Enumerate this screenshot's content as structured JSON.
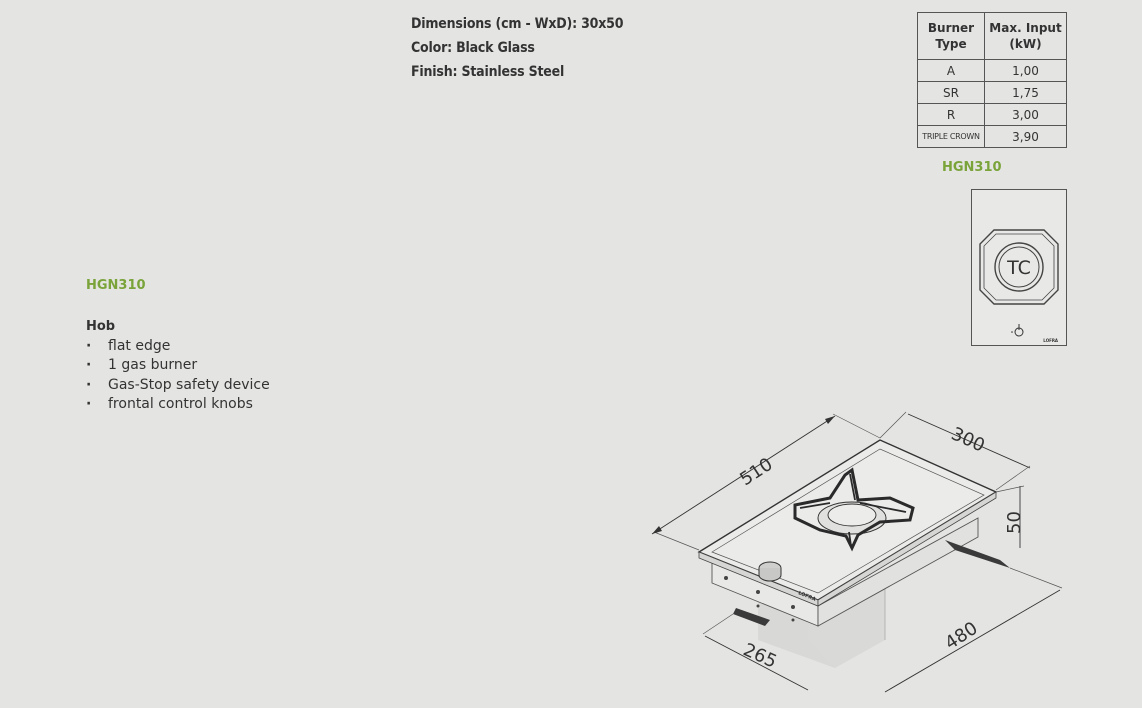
{
  "specs": {
    "dimensions": "Dimensions (cm - WxD): 30x50",
    "color": "Color: Black Glass",
    "finish": "Finish: Stainless Steel"
  },
  "model_left": "HGN310",
  "product": {
    "title": "Hob",
    "features": [
      "flat edge",
      "1 gas burner",
      "Gas-Stop safety device",
      "frontal control knobs"
    ]
  },
  "burner_table": {
    "header_type": "Burner Type",
    "header_input": "Max. Input (kW)",
    "rows": [
      {
        "type": "A",
        "input": "1,00"
      },
      {
        "type": "SR",
        "input": "1,75"
      },
      {
        "type": "R",
        "input": "3,00"
      },
      {
        "type": "TRIPLE CROWN",
        "input": "3,90"
      }
    ]
  },
  "model_right": "HGN310",
  "top_view": {
    "burner_label": "TC",
    "brand_mark": "LOFRA"
  },
  "drawing": {
    "dim_width": "300",
    "dim_depth": "510",
    "dim_height": "50",
    "dim_cut_depth": "480",
    "dim_cut_width": "265"
  },
  "colors": {
    "accent_green": "#7aa33a",
    "background": "#e4e5e3",
    "text": "#333333"
  }
}
